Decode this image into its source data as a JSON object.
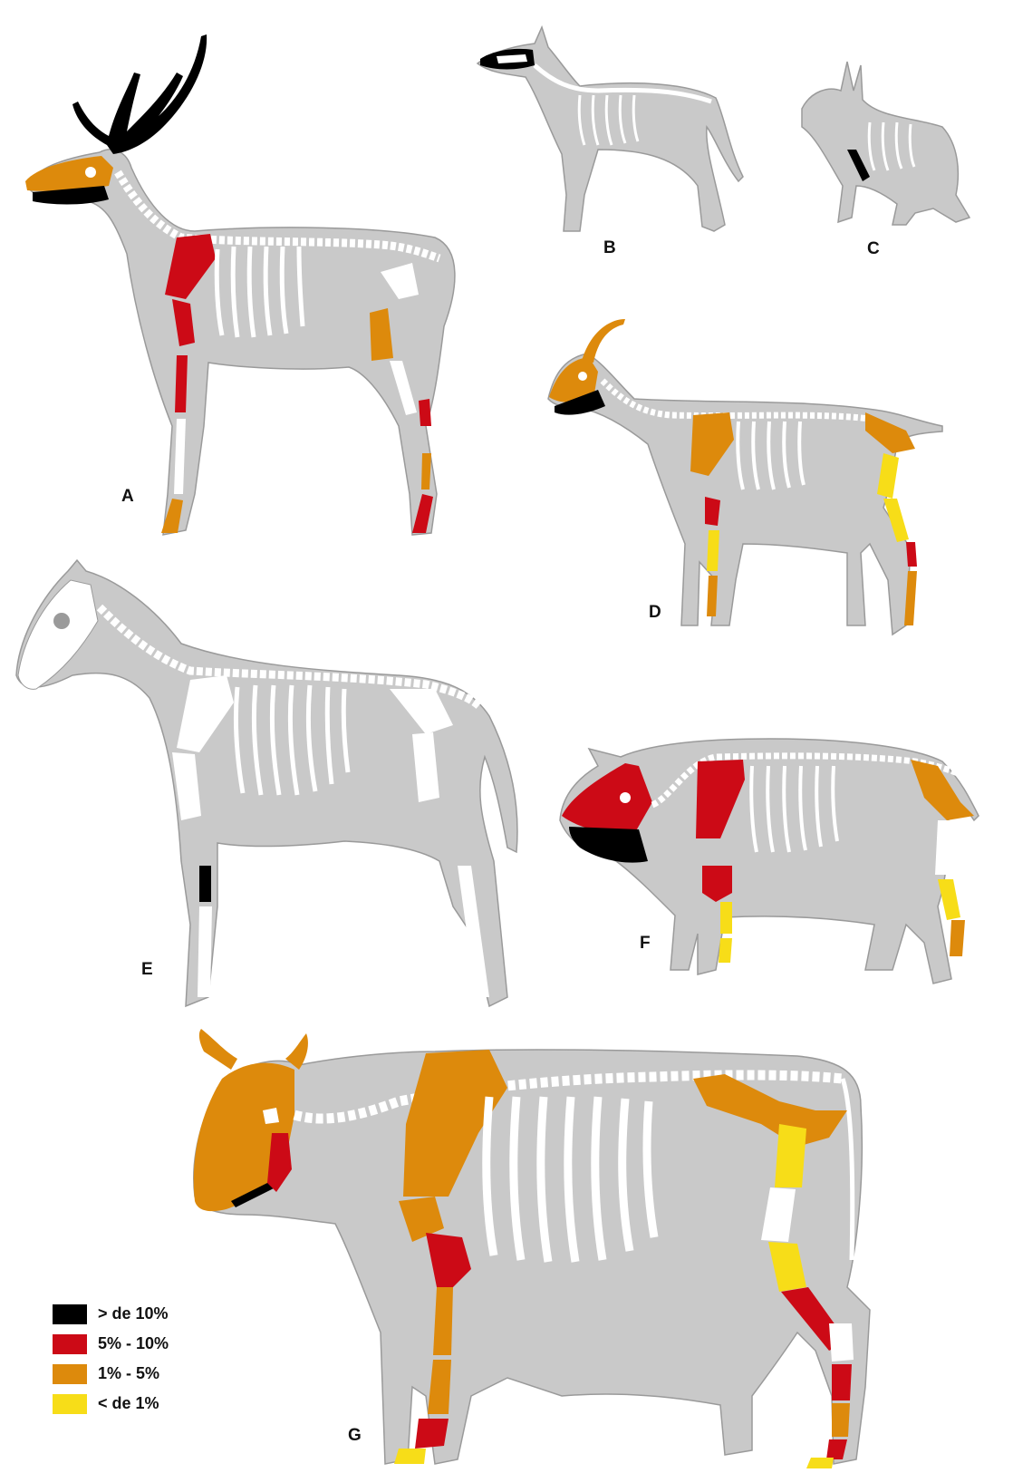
{
  "colors": {
    "silhouette": "#c9c9c9",
    "outline": "#9a9a9a",
    "bone": "#ffffff",
    "black": "#000000",
    "red": "#cc0a16",
    "orange": "#dd8a0c",
    "yellow": "#f7dd18"
  },
  "panels": [
    {
      "id": "A",
      "label": "A",
      "animal": "deer"
    },
    {
      "id": "B",
      "label": "B",
      "animal": "dog"
    },
    {
      "id": "C",
      "label": "C",
      "animal": "hare"
    },
    {
      "id": "D",
      "label": "D",
      "animal": "goat"
    },
    {
      "id": "E",
      "label": "E",
      "animal": "horse"
    },
    {
      "id": "F",
      "label": "F",
      "animal": "pig"
    },
    {
      "id": "G",
      "label": "G",
      "animal": "cow"
    }
  ],
  "legend": [
    {
      "label": "> de 10%",
      "color": "#000000"
    },
    {
      "label": "5% - 10%",
      "color": "#cc0a16"
    },
    {
      "label": "1% - 5%",
      "color": "#dd8a0c"
    },
    {
      "label": "< de 1%",
      "color": "#f7dd18"
    }
  ]
}
